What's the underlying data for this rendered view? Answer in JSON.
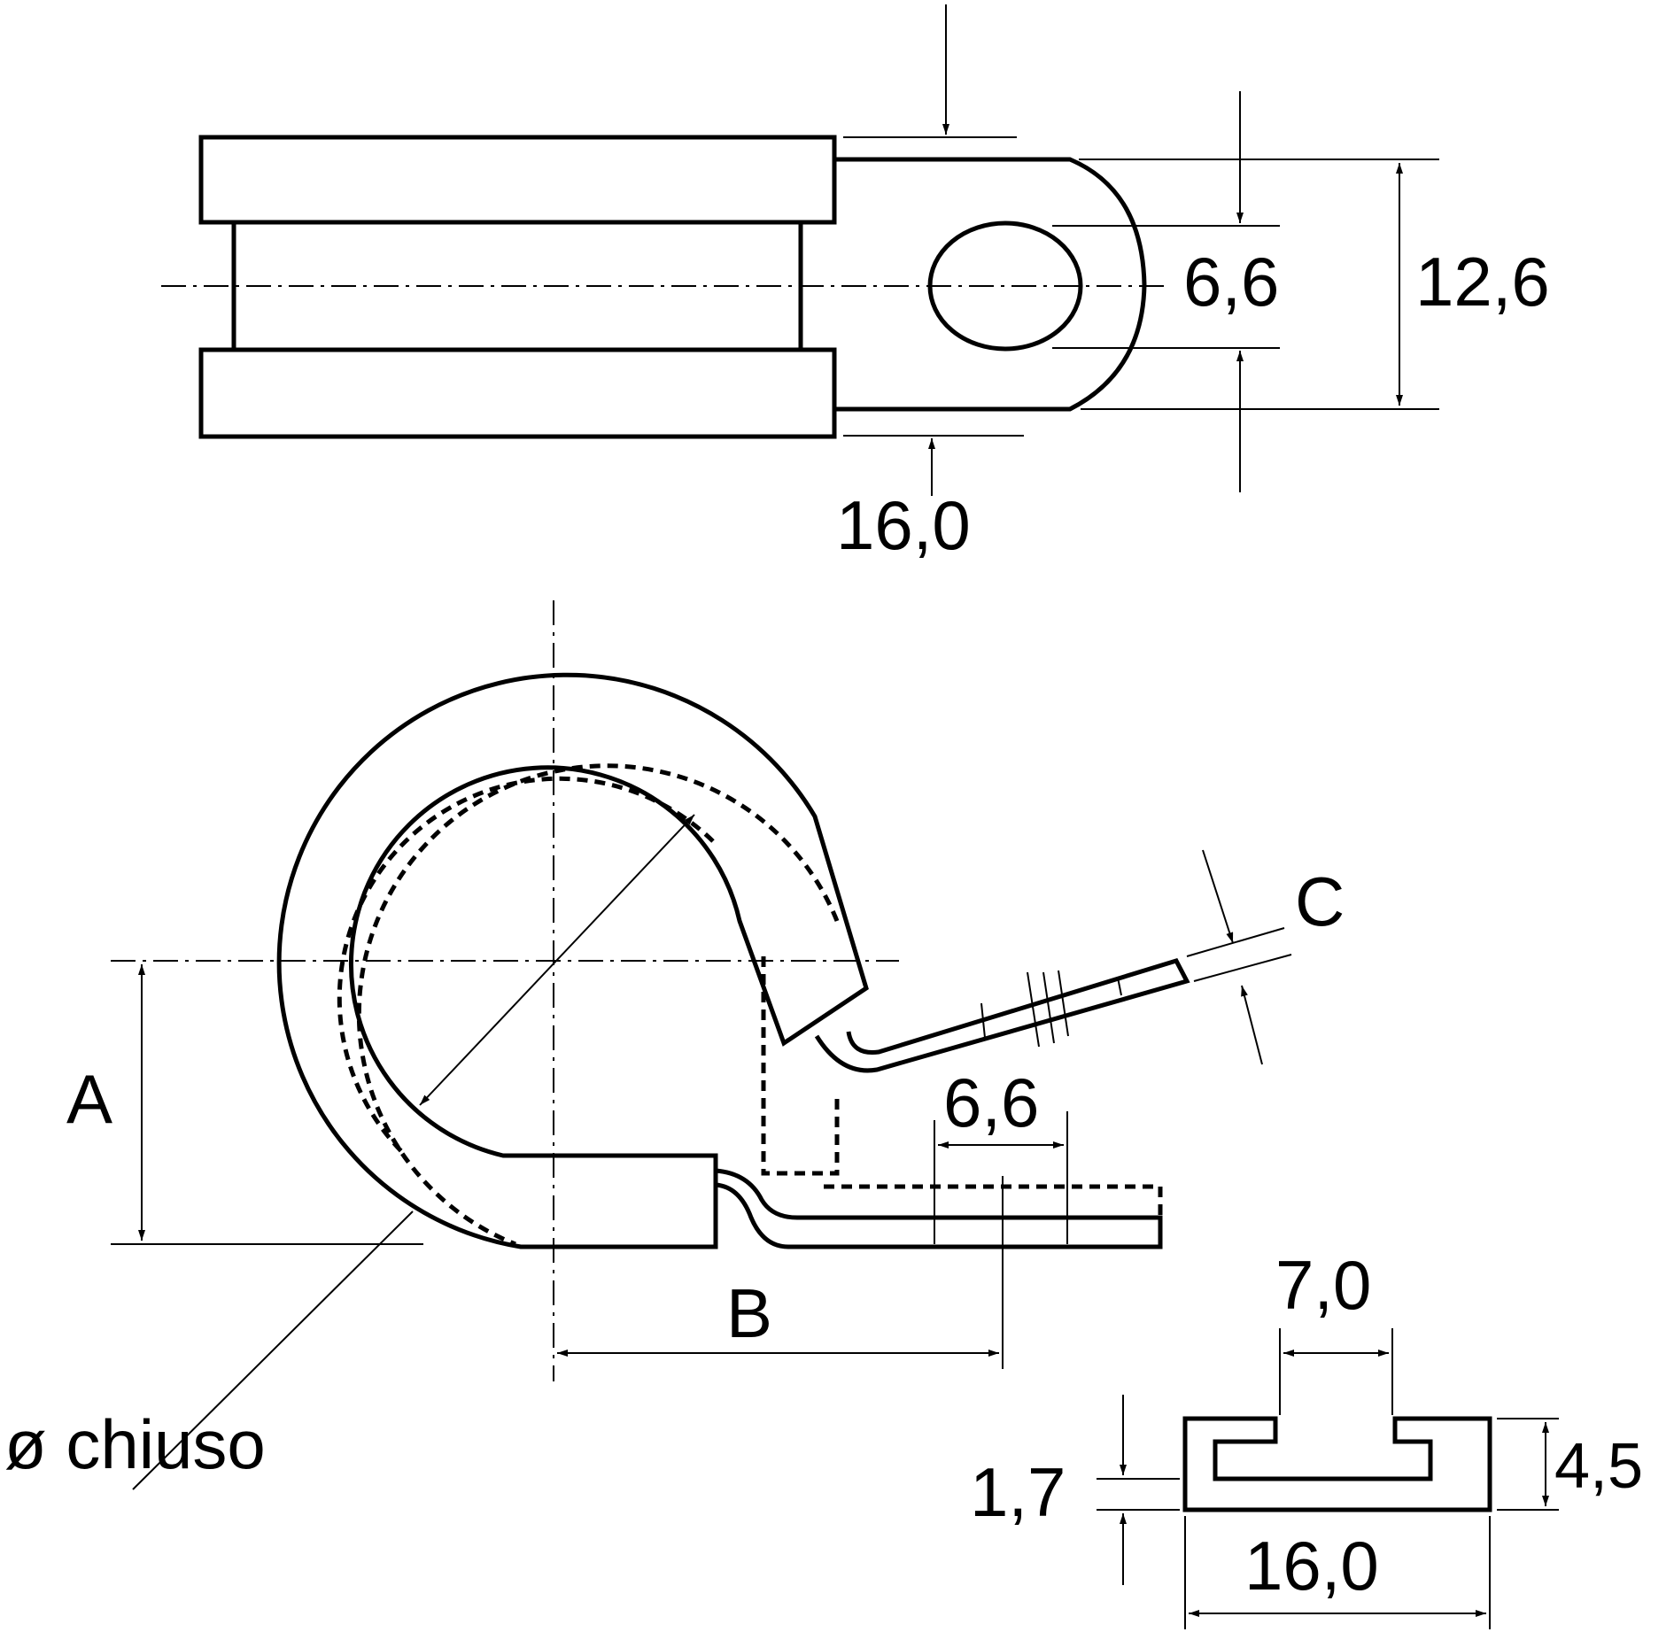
{
  "top_view": {
    "dim_width": "12,6",
    "dim_hole": "6,6",
    "dim_length": "16,0"
  },
  "side_view": {
    "label_a": "A",
    "label_b": "B",
    "label_c": "C",
    "dim_hole": "6,6",
    "label_closed_diameter": "ø chiuso"
  },
  "profile_view": {
    "dim_gap": "7,0",
    "dim_height": "4,5",
    "dim_thickness": "1,7",
    "dim_width": "16,0"
  }
}
